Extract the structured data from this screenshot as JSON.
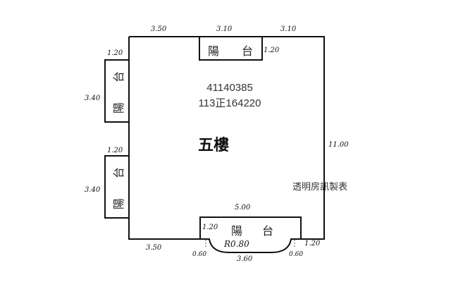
{
  "diagram": {
    "type": "floor-plan",
    "case_number": "41140385",
    "document_number": "113正164220",
    "floor_label": "五樓",
    "watermark": "透明房訊製表",
    "balcony_label_char1": "陽",
    "balcony_label_char2": "台",
    "balconies": [
      {
        "id": "top",
        "label": "陽 台"
      },
      {
        "id": "left-upper",
        "label": "陽台"
      },
      {
        "id": "left-lower",
        "label": "陽台"
      },
      {
        "id": "bottom",
        "label": "陽 台"
      }
    ],
    "dimensions": {
      "top_left": "3.50",
      "top_balcony": "3.10",
      "top_right": "3.10",
      "top_balcony_depth": "1.20",
      "left_upper_depth": "1.20",
      "left_upper_length": "3.40",
      "left_lower_depth": "1.20",
      "left_lower_length": "3.40",
      "right_side": "11.00",
      "bottom_balcony_length": "5.00",
      "bottom_balcony_depth_left": "1.20",
      "bottom_left": "3.50",
      "bottom_right": "1.20",
      "bay_offset_left": "0.60",
      "bay_offset_right": "0.60",
      "bay_radius": "R0.80",
      "bay_length": "3.60"
    }
  }
}
